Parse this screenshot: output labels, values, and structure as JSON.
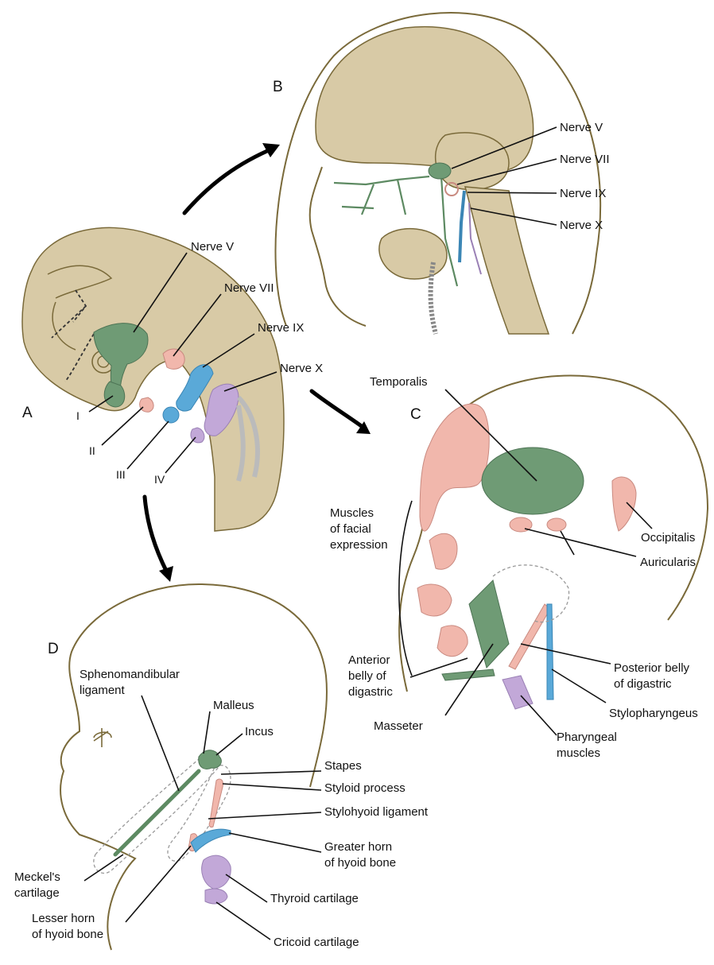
{
  "panels": {
    "a": "A",
    "b": "B",
    "c": "C",
    "d": "D"
  },
  "panel_a": {
    "nerve_v": "Nerve V",
    "nerve_vii": "Nerve VII",
    "nerve_ix": "Nerve IX",
    "nerve_x": "Nerve X",
    "arch_i": "I",
    "arch_ii": "II",
    "arch_iii": "III",
    "arch_iv": "IV"
  },
  "panel_b": {
    "nerve_v": "Nerve V",
    "nerve_vii": "Nerve VII",
    "nerve_ix": "Nerve IX",
    "nerve_x": "Nerve X"
  },
  "panel_c": {
    "temporalis": "Temporalis",
    "muscles_facial_1": "Muscles",
    "muscles_facial_2": "of facial",
    "muscles_facial_3": "expression",
    "occipitalis": "Occipitalis",
    "auricularis": "Auricularis",
    "anterior_1": "Anterior",
    "anterior_2": "belly of",
    "anterior_3": "digastric",
    "posterior_1": "Posterior belly",
    "posterior_2": "of digastric",
    "masseter": "Masseter",
    "stylopharyngeus": "Stylopharyngeus",
    "pharyngeal_1": "Pharyngeal",
    "pharyngeal_2": "muscles"
  },
  "panel_d": {
    "spheno_1": "Sphenomandibular",
    "spheno_2": "ligament",
    "malleus": "Malleus",
    "incus": "Incus",
    "stapes": "Stapes",
    "styloid": "Styloid process",
    "stylohyoid": "Stylohyoid ligament",
    "meckel_1": "Meckel's",
    "meckel_2": "cartilage",
    "greater_1": "Greater horn",
    "greater_2": "of hyoid bone",
    "lesser_1": "Lesser horn",
    "lesser_2": "of hyoid bone",
    "thyroid": "Thyroid cartilage",
    "cricoid": "Cricoid cartilage"
  },
  "colors": {
    "arch1_green": "#6f9b75",
    "arch2_pink": "#f1b7ac",
    "arch3_blue": "#5aa9d8",
    "arch4_purple": "#c2a8d8",
    "brain_tan": "#d8caa6"
  }
}
